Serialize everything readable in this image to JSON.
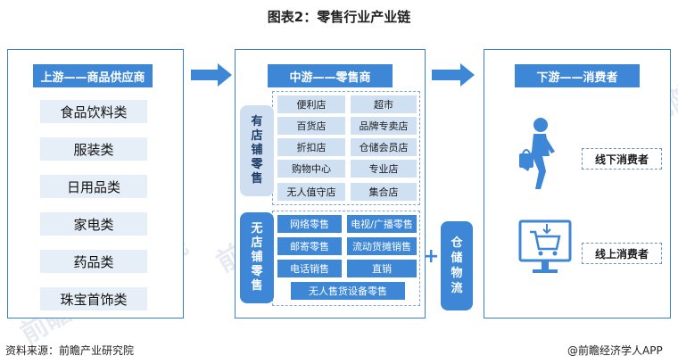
{
  "title": "图表2：零售行业产业链",
  "upstream": {
    "header": "上游——商品供应商",
    "items": [
      "食品饮料类",
      "服装类",
      "日用品类",
      "家电类",
      "药品类",
      "珠宝首饰类"
    ]
  },
  "midstream": {
    "header": "中游——零售商",
    "store": {
      "label": "有店铺零售",
      "items": [
        "便利店",
        "超市",
        "百货店",
        "品牌专卖店",
        "折扣店",
        "仓储会员店",
        "购物中心",
        "专业店",
        "无人值守店",
        "集合店"
      ]
    },
    "nonstore": {
      "label": "无店铺零售",
      "items": [
        "网络零售",
        "电视/广播零售",
        "邮寄零售",
        "流动货摊销售",
        "电话销售",
        "直销",
        "无人售货设备零售"
      ]
    },
    "plus": "+",
    "warehouse": "仓储物流"
  },
  "downstream": {
    "header": "下游——消费者",
    "offline": "线下消费者",
    "online": "线上消费者"
  },
  "footer": {
    "source": "资料来源：前瞻产业研究院",
    "brand": "@前瞻经济学人APP"
  },
  "watermark": "前瞻产业研究院",
  "icons": [
    "shopper-with-bag-icon",
    "online-cart-monitor-icon"
  ],
  "colors": {
    "accent": "#3d87d6",
    "cell": "#cfe0f3",
    "panel_border": "#3d7fcf"
  }
}
